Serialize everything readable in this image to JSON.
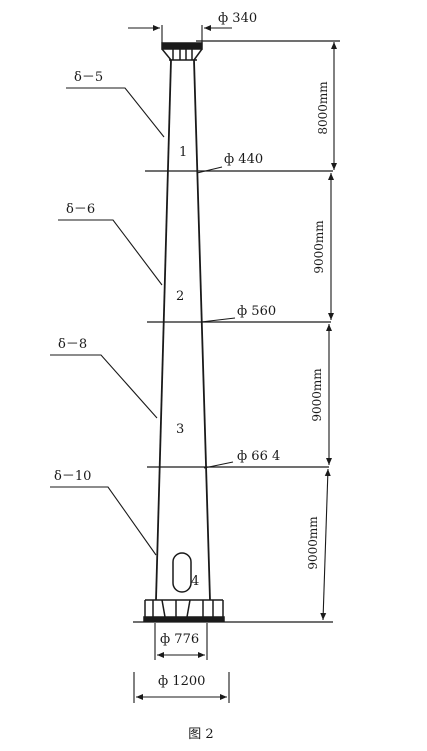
{
  "top_diameter": "ф 340",
  "bottom_inner_diameter": "ф 776",
  "base_diameter": "ф 1200",
  "caption": "图 2",
  "segments": [
    {
      "number": "1",
      "thickness": "δ－5",
      "height": "8000mm",
      "joint_diameter": "ф 440"
    },
    {
      "number": "2",
      "thickness": "δ－6",
      "height": "9000mm",
      "joint_diameter": "ф 560"
    },
    {
      "number": "3",
      "thickness": "δ－8",
      "height": "9000mm",
      "joint_diameter": "ф 66 4"
    },
    {
      "number": "4",
      "thickness": "δ－10",
      "height": "9000mm",
      "joint_diameter": ""
    }
  ]
}
